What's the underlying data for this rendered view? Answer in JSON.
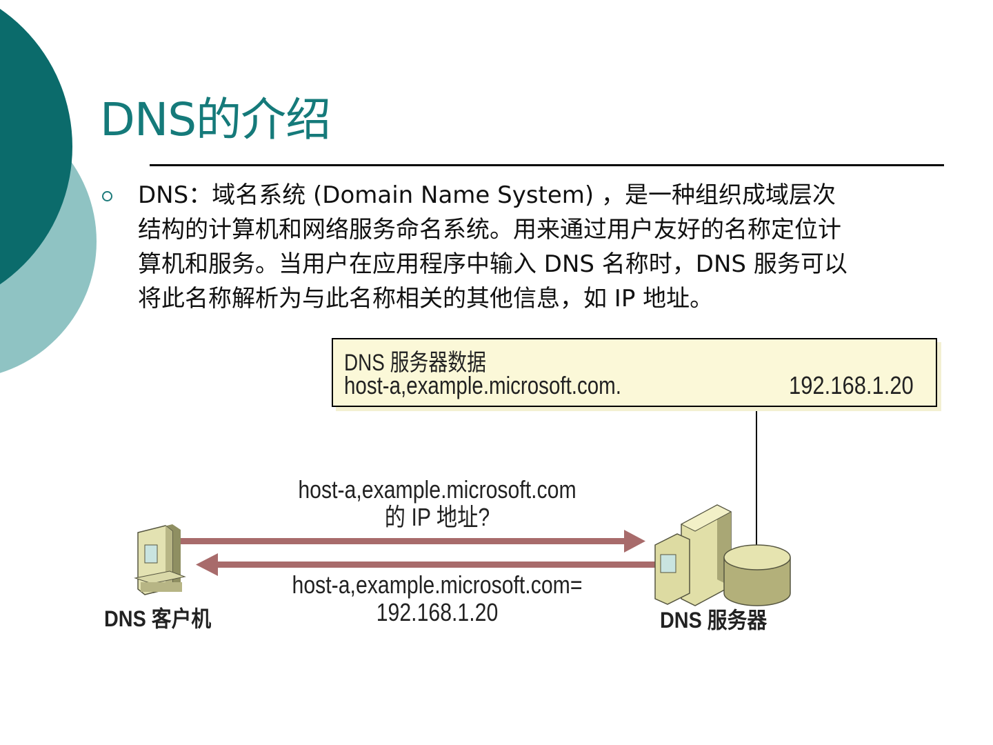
{
  "slide": {
    "title": "DNS的介绍",
    "bullet_lines": [
      "DNS：域名系统 (Domain Name System) ，是一种组织成域层次",
      "结构的计算机和网络服务命名系统。用来通过用户友好的名称定位计",
      "算机和服务。当用户在应用程序中输入 DNS 名称时，DNS 服务可以",
      "将此名称解析为与此名称相关的其他信息，如 IP 地址。"
    ],
    "colors": {
      "title": "#157a7a",
      "circle_dark": "#0b6b6b",
      "circle_light": "#8fc3c3",
      "arrow": "#a86b6b",
      "box_fill": "#fbf8d8"
    }
  },
  "diagram": {
    "db_box": {
      "title": "DNS 服务器数据",
      "hostname": "host-a,example.microsoft.com.",
      "ip": "192.168.1.20"
    },
    "query": {
      "line1": "host-a,example.microsoft.com",
      "line2": "的 IP 地址?"
    },
    "answer": {
      "line1": "host-a,example.microsoft.com=",
      "line2": "192.168.1.20"
    },
    "client_label": "DNS 客户机",
    "server_label": "DNS 服务器",
    "icons": [
      "client-computer-icon",
      "server-icon",
      "database-icon"
    ]
  }
}
